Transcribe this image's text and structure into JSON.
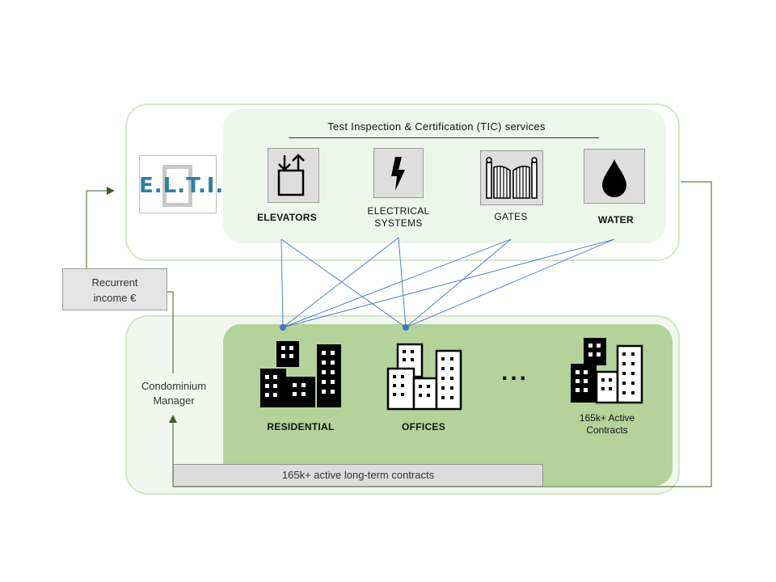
{
  "tic": {
    "title": "Test Inspection & Certification (TIC) services"
  },
  "logo": {
    "text": "E.L.T.I."
  },
  "services": [
    {
      "name": "ELEVATORS",
      "icon": "elevator-icon"
    },
    {
      "name": "ELECTRICAL\nSYSTEMS",
      "icon": "electrical-icon"
    },
    {
      "name": "GATES",
      "icon": "gate-icon"
    },
    {
      "name": "WATER",
      "icon": "water-drop-icon"
    }
  ],
  "services_labels": {
    "elevators": "ELEVATORS",
    "electrical_line1": "ELECTRICAL",
    "electrical_line2": "SYSTEMS",
    "gates": "GATES",
    "water": "WATER"
  },
  "buildings": {
    "residential": "RESIDENTIAL",
    "offices": "OFFICES",
    "ellipsis": "...",
    "active_line1": "165k+ Active",
    "active_line2": "Contracts"
  },
  "side": {
    "recurrent_line1": "Recurrent",
    "recurrent_line2": "income €",
    "manager_line1": "Condominium",
    "manager_line2": "Manager",
    "contracts_bar": "165k+ active long-term contracts"
  },
  "colors": {
    "outer_border": "#d3e6c8",
    "top_inner_fill": "#eef5ea",
    "bottom_inner_fill": "#b3d39a",
    "connector_lines": "#4472c4",
    "flow_arrows": "#3f5f2a",
    "logo_text": "#2f7fa3"
  }
}
